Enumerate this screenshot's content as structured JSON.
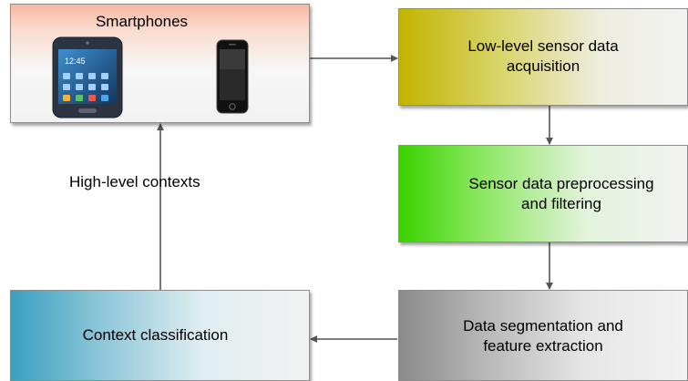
{
  "nodes": {
    "smartphones": "Smartphones",
    "acquisition": "Low-level sensor data\nacquisition",
    "preprocessing": "Sensor data preprocessing\nand filtering",
    "segmentation": "Data segmentation and\nfeature extraction",
    "classification": "Context classification"
  },
  "edge_label": "High-level contexts",
  "icons": [
    "android-phone-icon",
    "iphone-icon"
  ]
}
